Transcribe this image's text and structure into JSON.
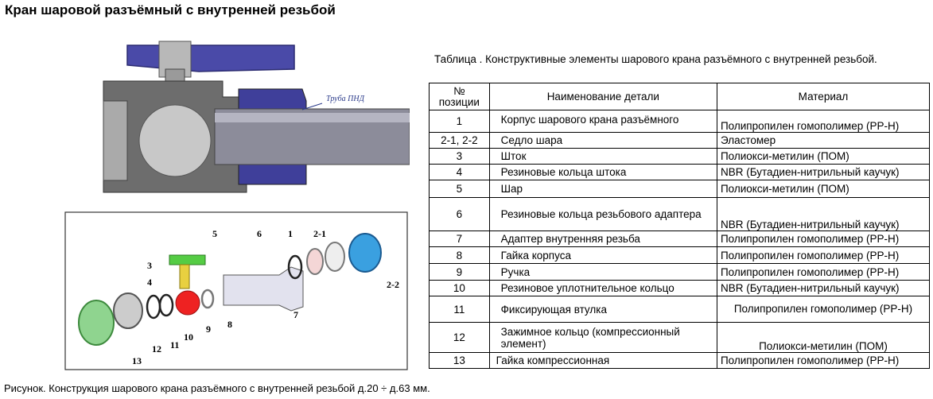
{
  "title": "Кран шаровой разъёмный с внутренней резьбой",
  "table_caption": "Таблица .  Конструктивные элементы шарового крана разъёмного с внутренней резьбой.",
  "figure_caption": "Рисунок. Конструкция шарового крана разъёмного с внутренней резьбой д.20 ÷ д.63 мм.",
  "section_label": "Труба ПНД",
  "table": {
    "headers": [
      "№ позиции",
      "Наименование детали",
      "Материал"
    ],
    "rows": [
      {
        "pos": "1",
        "name": "Корпус шарового крана разъёмного",
        "material": "Полипропилен гомополимер (РР-Н)"
      },
      {
        "pos": "2-1, 2-2",
        "name": "Седло шара",
        "material": "Эластомер"
      },
      {
        "pos": "3",
        "name": "Шток",
        "material": "Полиокси-метилин (ПОМ)"
      },
      {
        "pos": "4",
        "name": "Резиновые кольца штока",
        "material": "NBR (Бутадиен-нитрильный каучук)"
      },
      {
        "pos": "5",
        "name": "Шар",
        "material": "Полиокси-метилин (ПОМ)"
      },
      {
        "pos": "6",
        "name": "Резиновые кольца  резьбового адаптера",
        "material": "NBR (Бутадиен-нитрильный каучук)"
      },
      {
        "pos": "7",
        "name": "Адаптер внутренняя резьба",
        "material": "Полипропилен гомополимер (РР-Н)"
      },
      {
        "pos": "8",
        "name": "Гайка корпуса",
        "material": "Полипропилен гомополимер (РР-Н)"
      },
      {
        "pos": "9",
        "name": "Ручка",
        "material": "Полипропилен  гомополимер (РР-Н)"
      },
      {
        "pos": "10",
        "name": "Резиновое уплотнительное кольцо",
        "material": "NBR (Бутадиен-нитрильный каучук)"
      },
      {
        "pos": "11",
        "name": "Фиксирующая втулка",
        "material": "Полипропилен гомополимер (РР-Н)"
      },
      {
        "pos": "12",
        "name": "Зажимное кольцо (компрессионный элемент)",
        "material": "Полиокси-метилин (ПОМ)"
      },
      {
        "pos": "13",
        "name": "Гайка компрессионная",
        "material": "Полипропилен  гомополимер (РР-Н)"
      }
    ]
  },
  "callouts": [
    "1",
    "2-1",
    "2-2",
    "3",
    "4",
    "5",
    "6",
    "7",
    "8",
    "9",
    "10",
    "11",
    "12",
    "13"
  ]
}
